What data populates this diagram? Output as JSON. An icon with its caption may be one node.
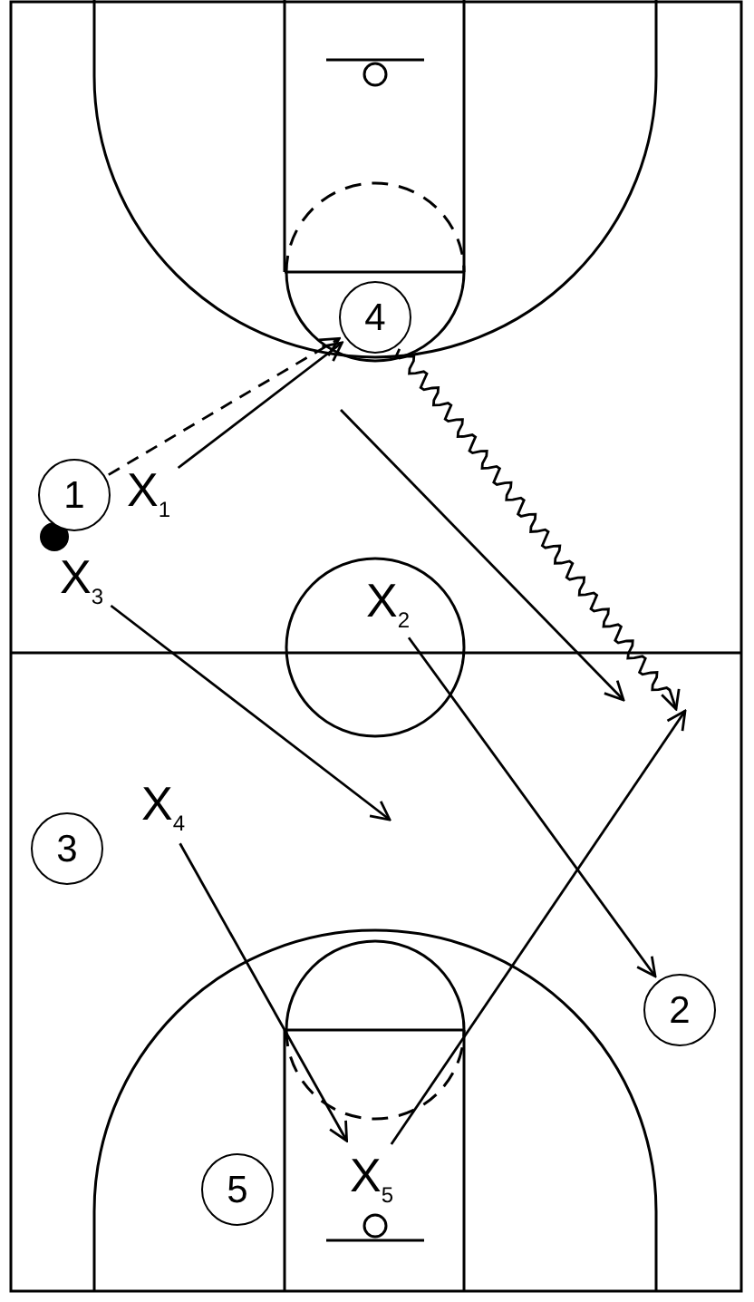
{
  "diagram": {
    "nodes": [
      {
        "text": [
          "4"
        ]
      },
      {
        "text": [
          "1"
        ]
      },
      {
        "text": [
          "X$_{1}$"
        ]
      },
      {
        "text": [
          "X$_{3}$"
        ]
      },
      {
        "text": [
          "X$_{2}$"
        ]
      },
      {
        "text": [
          "X$_{4}$"
        ]
      },
      {
        "text": [
          "3"
        ]
      },
      {
        "text": [
          "2"
        ]
      },
      {
        "text": [
          "5"
        ]
      },
      {
        "text": [
          "X$_{5}$"
        ]
      }
    ],
    "edges": [
      {
        "from": 1,
        "to": 0,
        "arrow": "to",
        "style": "dashed"
      },
      {
        "from": 2,
        "to": 0,
        "arrow": "to"
      },
      {
        "from": 0,
        "to": null,
        "arrow": "to"
      },
      {
        "from": 3,
        "to": null,
        "arrow": "to"
      },
      {
        "from": 4,
        "to": 7,
        "arrow": "to"
      },
      {
        "from": 5,
        "to": 9,
        "arrow": "to"
      },
      {
        "from": 9,
        "to": null,
        "arrow": "to"
      }
    ]
  }
}
